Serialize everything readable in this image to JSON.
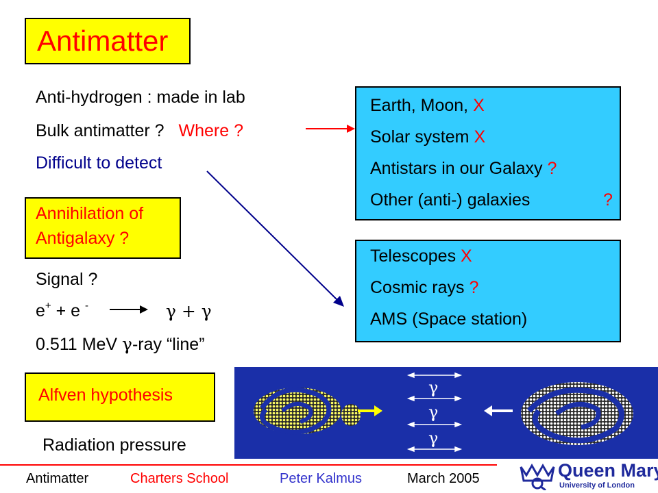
{
  "title": "Antimatter",
  "left": {
    "line1": "Anti-hydrogen :  made in lab",
    "line2_a": "Bulk antimatter ? ",
    "line2_b": "Where ?",
    "line3": "Difficult to detect",
    "annihilation_1": "Annihilation of",
    "annihilation_2": "Antigalaxy ?",
    "signal": "Signal ?",
    "reaction_e1": "e",
    "reaction_e1_sup": "+",
    "reaction_plus": " + e ",
    "reaction_e2_sup": "-",
    "reaction_products": "γ + γ",
    "line_gamma_a": "0.511 MeV  ",
    "line_gamma_g": "γ",
    "line_gamma_b": "-ray “line”",
    "alfven": "Alfven hypothesis",
    "radiation": "Radiation pressure"
  },
  "box_where": {
    "items": [
      {
        "text": "Earth, Moon,  ",
        "mark": "X"
      },
      {
        "text": "Solar system  ",
        "mark": "X"
      },
      {
        "text": "Antistars in our Galaxy ",
        "mark": "?"
      },
      {
        "text": "Other (anti-) galaxies",
        "mark": "?"
      }
    ]
  },
  "box_detect": {
    "items": [
      {
        "text": "Telescopes   ",
        "mark": "X"
      },
      {
        "text": "Cosmic rays   ",
        "mark": "?"
      },
      {
        "text": "AMS (Space station)",
        "mark": ""
      }
    ]
  },
  "gammas": [
    "γ",
    "γ",
    "γ"
  ],
  "footer": {
    "a": "Antimatter",
    "b": "Charters School",
    "c": "Peter Kalmus",
    "d": "March 2005"
  },
  "logo": {
    "name": "Queen Mary",
    "sub": "University of London"
  },
  "colors": {
    "yellow": "#ffff00",
    "cyan": "#33ccff",
    "red": "#ff0000",
    "navy": "#00008b",
    "panel": "#1a2fa8"
  }
}
